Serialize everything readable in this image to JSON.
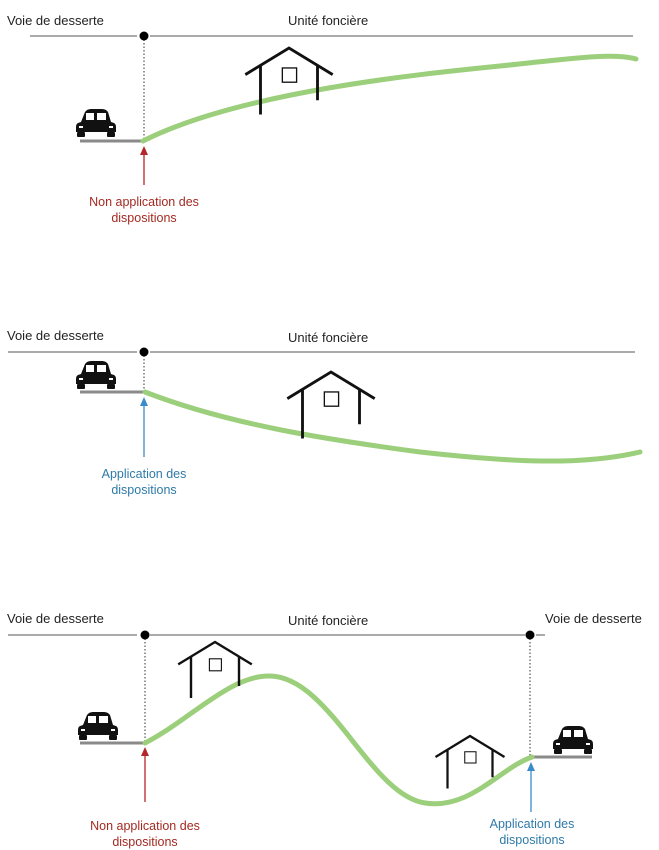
{
  "colors": {
    "terrain": "#9ccf7b",
    "red_arrow": "#b3262a",
    "blue_arrow": "#3a8cc8",
    "line": "#555555",
    "road": "#8a8a8a"
  },
  "icons": [
    "car-icon",
    "house-icon",
    "boundary-dot"
  ],
  "diagrams": [
    {
      "road_label": "Voie de desserte",
      "parcel_label": "Unité foncière",
      "caption_lines": [
        "Non application des",
        "dispositions"
      ],
      "caption_kind": "non-application"
    },
    {
      "road_label": "Voie de desserte",
      "parcel_label": "Unité foncière",
      "caption_lines": [
        "Application des",
        "dispositions"
      ],
      "caption_kind": "application"
    },
    {
      "road_label": "Voie de desserte",
      "road_label_right": "Voie de desserte",
      "parcel_label": "Unité foncière",
      "caption_lines": [
        "Non application des",
        "dispositions"
      ],
      "caption_kind": "non-application",
      "caption_right_lines": [
        "Application des",
        "dispositions"
      ],
      "caption_right_kind": "application"
    }
  ]
}
